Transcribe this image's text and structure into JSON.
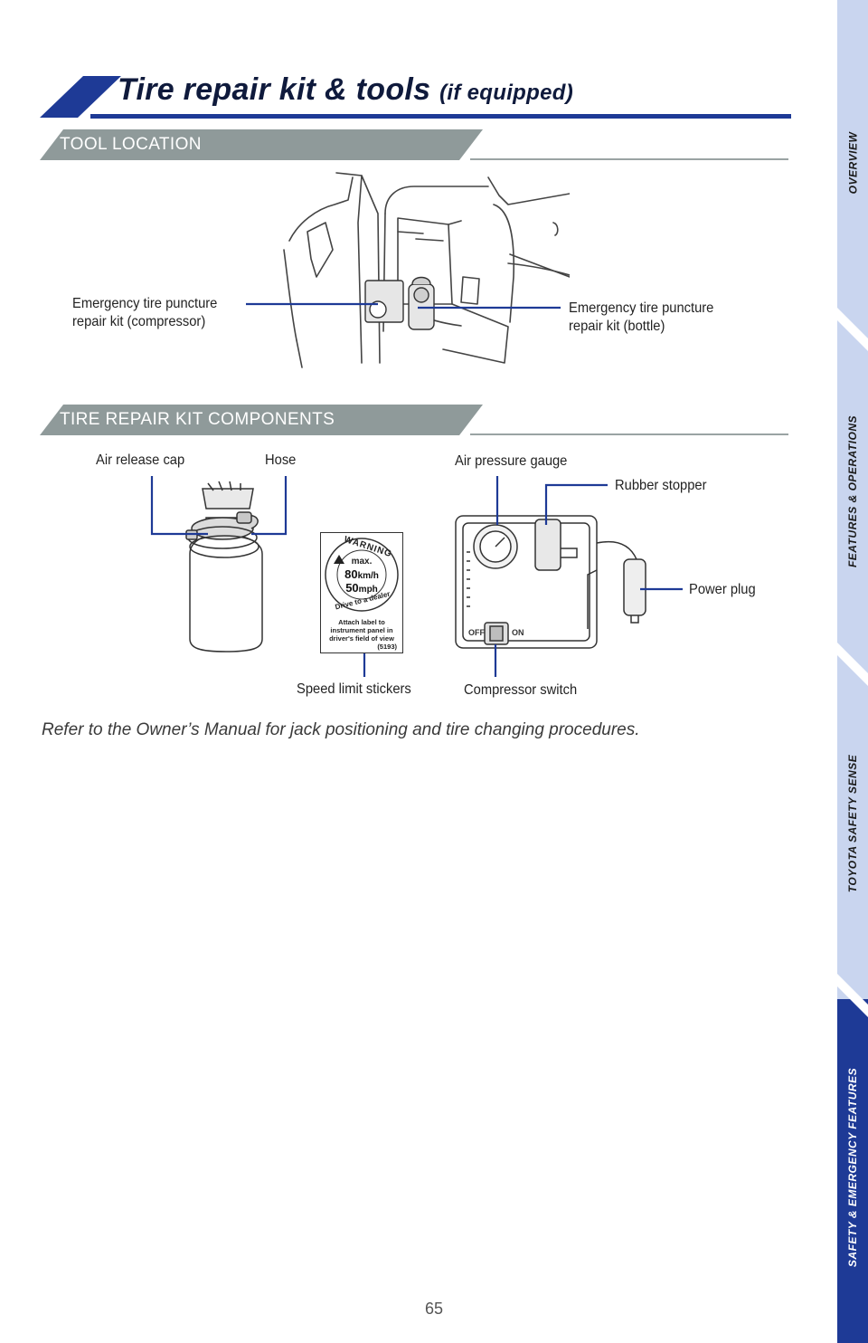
{
  "title": {
    "main": "Tire repair kit & tools",
    "sub": "(if equipped)"
  },
  "sections": {
    "tool_location": "TOOL LOCATION",
    "components": "TIRE REPAIR KIT COMPONENTS"
  },
  "tool_location_labels": {
    "compressor_line1": "Emergency tire puncture",
    "compressor_line2": "repair kit (compressor)",
    "bottle_line1": "Emergency tire puncture",
    "bottle_line2": "repair kit (bottle)"
  },
  "component_labels": {
    "air_release_cap": "Air release cap",
    "hose": "Hose",
    "air_pressure_gauge": "Air pressure gauge",
    "rubber_stopper": "Rubber stopper",
    "power_plug": "Power plug",
    "speed_limit_stickers": "Speed limit stickers",
    "compressor_switch": "Compressor switch"
  },
  "sticker": {
    "warning": "WARNING",
    "max": "max.",
    "kmh_value": "80",
    "kmh_unit": "km/h",
    "mph_value": "50",
    "mph_unit": "mph",
    "drive": "Drive to a dealer",
    "attach_line1": "Attach label to",
    "attach_line2": "instrument panel in",
    "attach_line3": "driver's field of view",
    "code": "(5193)"
  },
  "compressor": {
    "off": "OFF",
    "on": "ON"
  },
  "caption": "Refer to the Owner’s Manual for jack positioning and tire changing procedures.",
  "page_number": "65",
  "side_nav": {
    "tabs": [
      {
        "label": "OVERVIEW",
        "active": false
      },
      {
        "label": "FEATURES & OPERATIONS",
        "active": false
      },
      {
        "label": "TOYOTA SAFETY SENSE",
        "active": false
      },
      {
        "label": "SAFETY & EMERGENCY FEATURES",
        "active": true
      }
    ]
  },
  "colors": {
    "accent": "#1e3a96",
    "section_band": "#8f9a9a",
    "side_bg": "#c9d5ef"
  }
}
